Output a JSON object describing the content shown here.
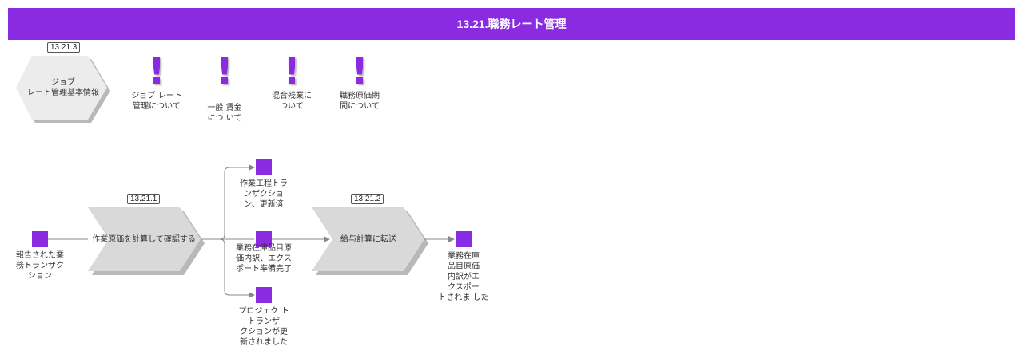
{
  "header": {
    "title": "13.21.職務レート管理"
  },
  "info_block": {
    "tag": "13.21.3",
    "label": "ジョブ\nレート管理基本情報",
    "notes": [
      {
        "label": "ジョブ レート\n管理について"
      },
      {
        "label": "一般 賃金\nにつ いて"
      },
      {
        "label": "混合残業に\nついて"
      },
      {
        "label": "職務原価期\n間について"
      }
    ]
  },
  "process": {
    "start_event": {
      "label": "報告された業\n務トランザク\nション"
    },
    "step1": {
      "tag": "13.21.1",
      "label": "作業原価を計算して確認する"
    },
    "outputs": [
      {
        "label": "作業工程トラ\nンザクショ\nン、更新済"
      },
      {
        "label": "業務在庫品目原\n価内訳、エクス\nポート準備完了"
      },
      {
        "label": "プロジェク ト\nトランザ\nクションが更\n新されました"
      }
    ],
    "step2": {
      "tag": "13.21.2",
      "label": "給与計算に転送"
    },
    "end_event": {
      "label": "業務在庫\n品目原価\n内訳がエ\nクスポー\nトされま した"
    }
  },
  "colors": {
    "accent": "#8a2be2",
    "shape_fill": "#d9d9d9",
    "shadow": "#b0b0b0",
    "line": "#888888"
  }
}
